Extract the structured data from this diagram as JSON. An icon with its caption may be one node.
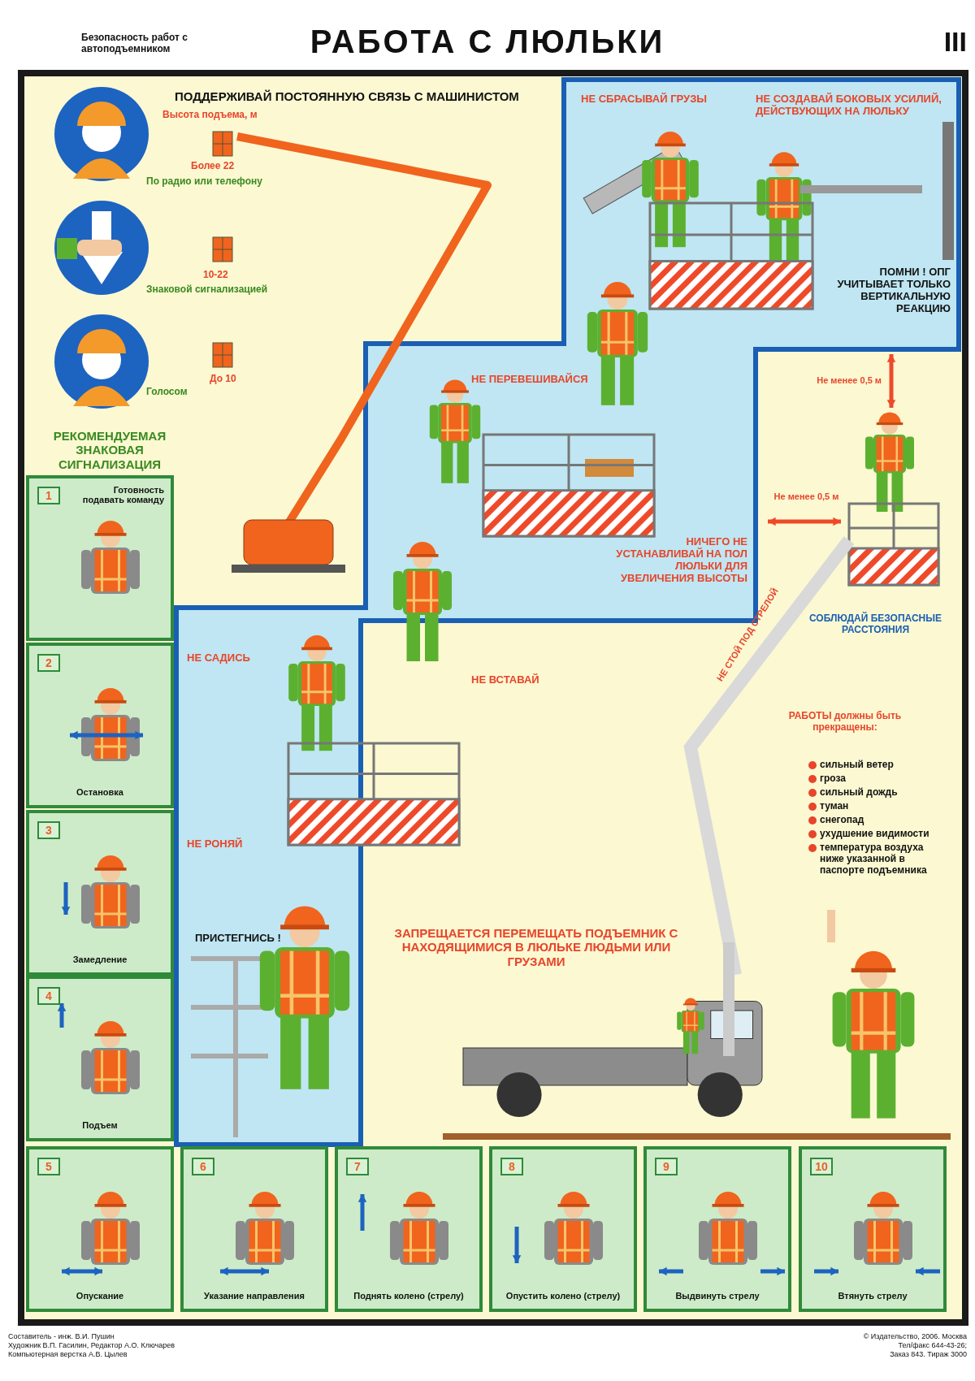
{
  "diagram": {
    "title": "РАБОТА С ЛЮЛЬКИ",
    "nodes": [
      {
        "text": [
          "1",
          "Готовность подавать команду"
        ]
      },
      {
        "text": [
          "2",
          "Остановка"
        ]
      },
      {
        "text": [
          "3",
          "Замедление"
        ]
      },
      {
        "text": [
          "4",
          "Подъем"
        ]
      },
      {
        "text": [
          "5",
          "Опускание"
        ]
      },
      {
        "text": [
          "6",
          "Указание направления"
        ]
      },
      {
        "text": [
          "7",
          "Поднять колено (стрелу)"
        ]
      },
      {
        "text": [
          "8",
          "Опустить колено (стрелу)"
        ]
      },
      {
        "text": [
          "9",
          "Выдвинуть стрелу"
        ]
      },
      {
        "text": [
          "10",
          "Втянуть стрелу"
        ]
      }
    ],
    "edges": [],
    "labels": [
      "Безопасность работ с автоподъемником",
      "III",
      "ПОДДЕРЖИВАЙ ПОСТОЯННУЮ СВЯЗЬ С МАШИНИСТОМ",
      "Высота подъема, м",
      "Более 22",
      "По радио или телефону",
      "10-22",
      "Знаковой сигнализацией",
      "До 10",
      "Голосом",
      "НЕ СБРАСЫВАЙ ГРУЗЫ",
      "НЕ СОЗДАВАЙ БОКОВЫХ УСИЛИЙ, ДЕЙСТВУЮЩИХ НА ЛЮЛЬКУ",
      "ПОМНИ ! ОПГ УЧИТЫВАЕТ ТОЛЬКО ВЕРТИКАЛЬНУЮ РЕАКЦИЮ",
      "НЕ ПЕРЕВЕШИВАЙСЯ",
      "Не менее 0,5 м",
      "РЕКОМЕНДУЕМАЯ ЗНАКОВАЯ СИГНАЛИЗАЦИЯ",
      "Не менее 0,5 м",
      "НИЧЕГО НЕ УСТАНАВЛИВАЙ НА ПОЛ ЛЮЛЬКИ ДЛЯ УВЕЛИЧЕНИЯ ВЫСОТЫ",
      "СОБЛЮДАЙ БЕЗОПАСНЫЕ РАССТОЯНИЯ",
      "НЕ САДИСЬ",
      "НЕ ВСТАВАЙ",
      "НЕ СТОЙ ПОД СТРЕЛОЙ",
      "РАБОТЫ должны быть прекращены:",
      "сильный ветер",
      "гроза",
      "сильный дождь",
      "туман",
      "снегопад",
      "ухудшение видимости",
      "температура воздуха ниже указанной в паспорте подъемника",
      "НЕ РОНЯЙ",
      "ПРИСТЕГНИСЬ !",
      "ЗАПРЕЩАЕТСЯ ПЕРЕМЕЩАТЬ ПОДЪЕМНИК С НАХОДЯЩИМИСЯ В ЛЮЛЬКЕ ЛЮДЬМИ ИЛИ ГРУЗАМИ",
      "Составитель - инж. В.И. Пушин",
      "Художник В.П. Гасилин, Редактор А.О. Ключарев",
      "Компьютерная верстка А.В. Цылев",
      "© Издательство, 2006. Москва",
      "Тел/факс 644-43-26;",
      "Заказ 843. Тираж 3000"
    ]
  }
}
